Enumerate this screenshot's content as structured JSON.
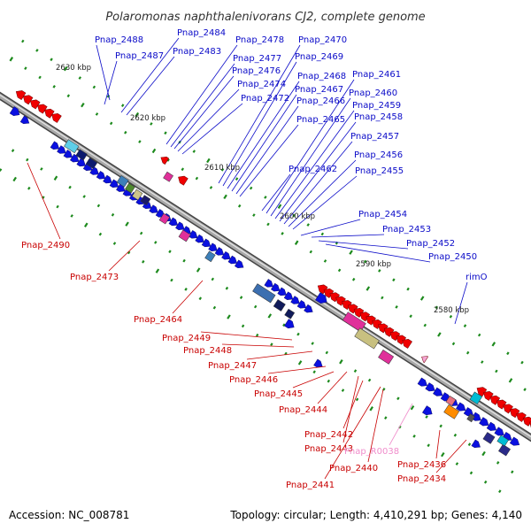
{
  "title": "Polaromonas naphthalenivorans CJ2, complete genome",
  "footer": {
    "accession": "Accession: NC_008781",
    "summary": "Topology: circular; Length: 4,410,291 bp; Genes: 4,140"
  },
  "kbp_labels": [
    "2630 kbp",
    "2620 kbp",
    "2610 kbp",
    "2600 kbp",
    "2590 kbp",
    "2580 kbp"
  ],
  "genes_forward": [
    "Pnap_2488",
    "Pnap_2487",
    "Pnap_2484",
    "Pnap_2483",
    "Pnap_2478",
    "Pnap_2477",
    "Pnap_2476",
    "Pnap_2474",
    "Pnap_2472",
    "Pnap_2470",
    "Pnap_2469",
    "Pnap_2468",
    "Pnap_2467",
    "Pnap_2466",
    "Pnap_2465",
    "Pnap_2462",
    "Pnap_2461",
    "Pnap_2460",
    "Pnap_2459",
    "Pnap_2458",
    "Pnap_2457",
    "Pnap_2456",
    "Pnap_2455",
    "Pnap_2454",
    "Pnap_2453",
    "Pnap_2452",
    "Pnap_2450",
    "rimO"
  ],
  "genes_reverse": [
    "Pnap_2490",
    "Pnap_2473",
    "Pnap_2464",
    "Pnap_2449",
    "Pnap_2448",
    "Pnap_2447",
    "Pnap_2446",
    "Pnap_2445",
    "Pnap_2444",
    "Pnap_2442",
    "Pnap_2443",
    "Pnap_2440",
    "Pnap_2441",
    "Pnap_2436",
    "Pnap_2434"
  ],
  "genes_rna": [
    "Pnap_R0038"
  ],
  "colors": {
    "forward_label": "#0a0ac8",
    "reverse_label": "#c80000",
    "rna_label": "#f08ccb",
    "forward_arrow": "#0a10e0",
    "reverse_arrow": "#f00000",
    "backbone": "#8c8c8c"
  }
}
